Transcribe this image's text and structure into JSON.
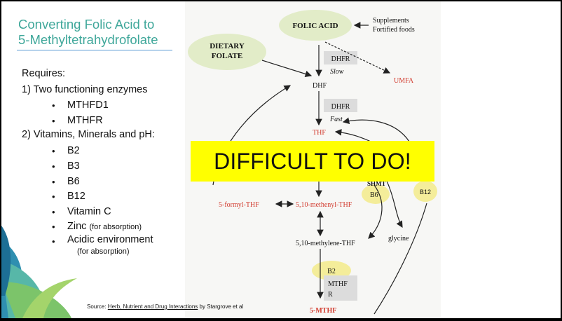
{
  "slide": {
    "title_line1": "Converting Folic Acid to",
    "title_line2": "5-Methyltetrahydrofolate",
    "requires_label": "Requires:",
    "enzymes_heading": "1)   Two functioning enzymes",
    "enzymes": [
      "MTHFD1",
      "MTHFR"
    ],
    "vitamins_heading": "2) Vitamins, Minerals and pH:",
    "vitamins": [
      "B2",
      "B3",
      "B6",
      "B12",
      "Vitamin C"
    ],
    "zinc_label": "Zinc",
    "zinc_note": "(for absorption)",
    "acidic_label": "Acidic environment",
    "acidic_note": "(for absorption)",
    "bullet_glyph": "•",
    "source_prefix": "Source: ",
    "source_title": "Herb, Nutrient and Drug Interactions",
    "source_suffix": " by Stargrove et al"
  },
  "banner": {
    "text": "DIFFICULT TO DO!"
  },
  "diagram": {
    "folic_acid": "FOLIC ACID",
    "supplements": "Supplements",
    "fortified_foods": "Fortified foods",
    "dietary_line1": "DIETARY",
    "dietary_line2": "FOLATE",
    "dhfr1": "DHFR",
    "slow": "Slow",
    "umfa": "UMFA",
    "dhf": "DHF",
    "dhfr2": "DHFR",
    "fast": "Fast",
    "thf": "THF",
    "shmt": "SHMT",
    "b6": "B6",
    "b12": "B12",
    "formyl_thf": "5-formyl-THF",
    "methenyl_thf": "5,10-methenyl-THF",
    "glycine": "glycine",
    "methylene_thf": "5,10-methylene-THF",
    "b2": "B2",
    "mthfr_line1": "MTHF",
    "mthfr_line2": "R",
    "five_mthf": "5-MTHF"
  },
  "colors": {
    "title": "#3fa79a",
    "banner": "#ffff00",
    "diagram_red": "#d23b2e",
    "oval_green": "#e2ecc8",
    "oval_yellow": "#f4ed9a",
    "label_box": "#dcdcdc"
  }
}
